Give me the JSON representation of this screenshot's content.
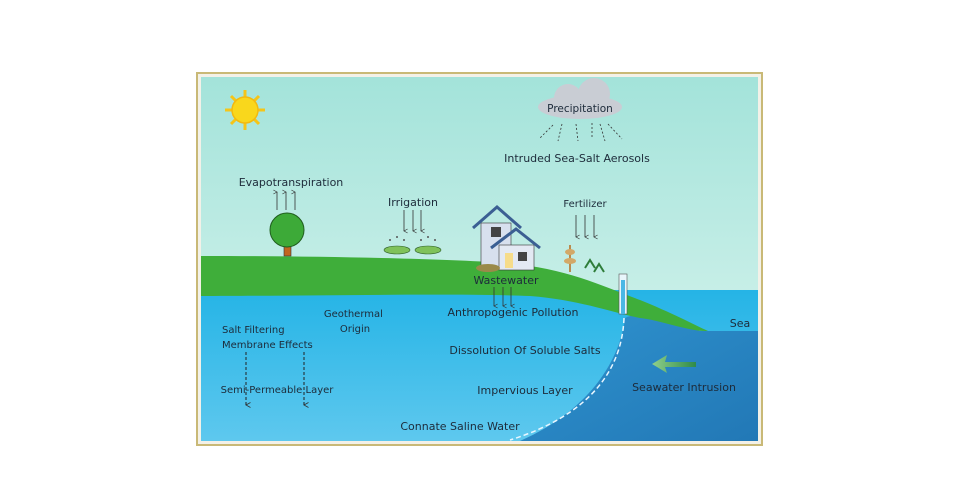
{
  "labels": {
    "precipitation": "Precipitation",
    "aerosols": "Intruded Sea-Salt Aerosols",
    "evapotranspiration": "Evapotranspiration",
    "irrigation": "Irrigation",
    "fertilizer": "Fertilizer",
    "wastewater": "Wastewater",
    "anthropogenic": "Anthropogenic Pollution",
    "geothermal_1": "Geothermal",
    "geothermal_2": "Origin",
    "salt_filter_1": "Salt Filtering",
    "salt_filter_2": "Membrane Effects",
    "semi_permeable": "Semi-Permeable Layer",
    "dissolution": "Dissolution Of Soluble Salts",
    "impervious": "Impervious Layer",
    "connate": "Connate Saline Water",
    "sea": "Sea",
    "seawater_intrusion": "Seawater Intrusion"
  },
  "colors": {
    "frame": "#c9b977",
    "sky_top": "#a9e6dc",
    "land": "#3fae3a",
    "groundwater": "#2eaee0",
    "sea": "#2a86c4",
    "sun": "#f7d21a"
  }
}
